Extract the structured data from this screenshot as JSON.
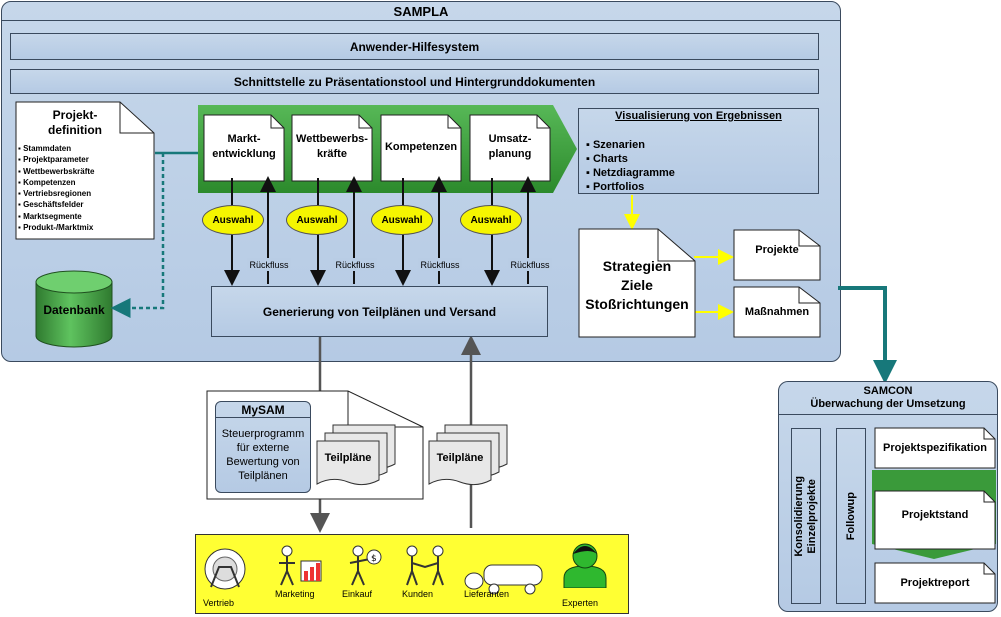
{
  "sampla": {
    "title": "SAMPLA",
    "help_bar": "Anwender-Hilfesystem",
    "interface_bar": "Schnittstelle zu Präsentationstool und Hintergrunddokumenten",
    "project_definition": {
      "title": "Projekt-\ndefinition",
      "items": [
        "Stammdaten",
        "Projektparameter",
        "Wettbewerbskräfte",
        "Kompetenzen",
        "Vertriebsregionen",
        "Geschäftsfelder",
        "Marktsegmente",
        "Produkt-/Marktmix"
      ]
    },
    "database": "Datenbank",
    "modules": [
      "Markt-\nentwicklung",
      "Wettbewerbs-\nkräfte",
      "Kompetenzen",
      "Umsatz-\nplanung"
    ],
    "auswahl": "Auswahl",
    "rueckfluss": "Rückfluss",
    "generation": "Generierung von Teilplänen und Versand",
    "visualization": {
      "title": "Visualisierung von Ergebnissen",
      "items": [
        "Szenarien",
        "Charts",
        "Netzdiagramme",
        "Portfolios"
      ]
    },
    "strategy": "Strategien\nZiele\nStoßrichtungen",
    "projekte": "Projekte",
    "massnahmen": "Maßnahmen"
  },
  "mysam": {
    "title": "MySAM",
    "text": "Steuerprogramm\nfür externe\nBewertung von\nTeilplänen",
    "teilplaene": "Teilpläne"
  },
  "teilplaene_return": "Teilpläne",
  "actors": [
    "Vertrieb",
    "Marketing",
    "Einkauf",
    "Kunden",
    "Lieferanten",
    "Experten"
  ],
  "samcon": {
    "title": "SAMCON\nÜberwachung der Umsetzung",
    "konsolidierung": "Konsolidierung\nEinzelprojekte",
    "followup": "Followup",
    "docs": [
      "Projektspezifikation",
      "Projektstand",
      "Projektreport"
    ]
  },
  "colors": {
    "blue_box": "#b9cde5",
    "green_arrow": "#3a9a3a",
    "teal_arrow": "#17787a",
    "yellow": "#ffff33",
    "oval": "#f5f500"
  }
}
